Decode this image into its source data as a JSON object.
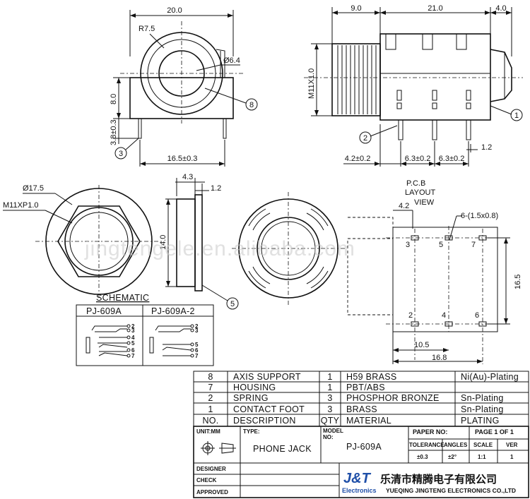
{
  "top_front": {
    "width_dim": "20.0",
    "radius": "R7.5",
    "hole_dia": "Ø6.4",
    "height_dim": "8.0",
    "pin_dim": "3.8±0.3",
    "pin_spacing": "16.5±0.3",
    "callout_8": "8",
    "callout_3": "3"
  },
  "top_side": {
    "dim_a": "9.0",
    "dim_b": "21.0",
    "dim_c": "4.0",
    "thread": "M11X1.0",
    "pin_off": "4.2±0.2",
    "pitch_1": "6.3±0.2",
    "pitch_2": "6.3±0.2",
    "pin_w": "1.2",
    "callout_1": "1",
    "callout_2": "2"
  },
  "nut_view": {
    "dia": "Ø17.5",
    "thread": "M11XP1.0"
  },
  "washer_view": {
    "dim_a": "4.3",
    "dim_b": "1.2",
    "height": "14.0",
    "callout_5": "5"
  },
  "watermark": "jingtengele.en.alibaba.com",
  "schematic": {
    "title": "SCHEMATIC",
    "col_a": "PJ-609A",
    "col_b": "PJ-609A-2",
    "pins_a": [
      "2",
      "3",
      "4",
      "5",
      "6",
      "7"
    ],
    "pins_b": [
      "2",
      "3",
      "5",
      "6",
      "7"
    ]
  },
  "pcb": {
    "title_1": "P.C.B",
    "title_2": "LAYOUT",
    "title_3": "VIEW",
    "hole_note": "6-(1.5x0.8)",
    "dim_top": "4.2",
    "dim_height": "16.5",
    "dim_a": "10.5",
    "dim_b": "16.8",
    "pins_top": [
      "3",
      "5",
      "7"
    ],
    "pins_bottom": [
      "2",
      "4",
      "6"
    ]
  },
  "bom": [
    {
      "no": "8",
      "desc": "AXIS SUPPORT",
      "qty": "1",
      "material": "H59 BRASS",
      "plating": "Ni(Au)-Plating"
    },
    {
      "no": "7",
      "desc": "HOUSING",
      "qty": "1",
      "material": "PBT/ABS",
      "plating": ""
    },
    {
      "no": "2",
      "desc": "SPRING",
      "qty": "3",
      "material": "PHOSPHOR BRONZE",
      "plating": "Sn-Plating"
    },
    {
      "no": "1",
      "desc": "CONTACT FOOT",
      "qty": "3",
      "material": "BRASS",
      "plating": "Sn-Plating"
    }
  ],
  "bom_header": {
    "no": "NO.",
    "desc": "DESCRIPTION",
    "qty": "QTY",
    "material": "MATERIAL",
    "plating": "PLATING"
  },
  "title_block": {
    "unit_label": "UNIT:MM",
    "type_label": "TYPE:",
    "type_value": "PHONE JACK",
    "model_label_1": "MODEL",
    "model_label_2": "NO:",
    "model_value": "PJ-609A",
    "paper_label": "PAPER NO:",
    "page_label": "PAGE 1 OF 1",
    "tol_label": "TOLERANCE",
    "angles_label": "ANGLES",
    "scale_label": "SCALE",
    "ver_label": "VER",
    "tol_value": "±0.3",
    "angles_value": "±2°",
    "scale_value": "1:1",
    "ver_value": "1",
    "designer": "DESIGNER",
    "check": "CHECK",
    "approved": "APPROVED",
    "brand": "J&T",
    "brand_sub": "Electronics",
    "company_cn": "乐清市精腾电子有限公司",
    "company_en": "YUEQING JINGTENG ELECTRONICS CO.,LTD"
  }
}
